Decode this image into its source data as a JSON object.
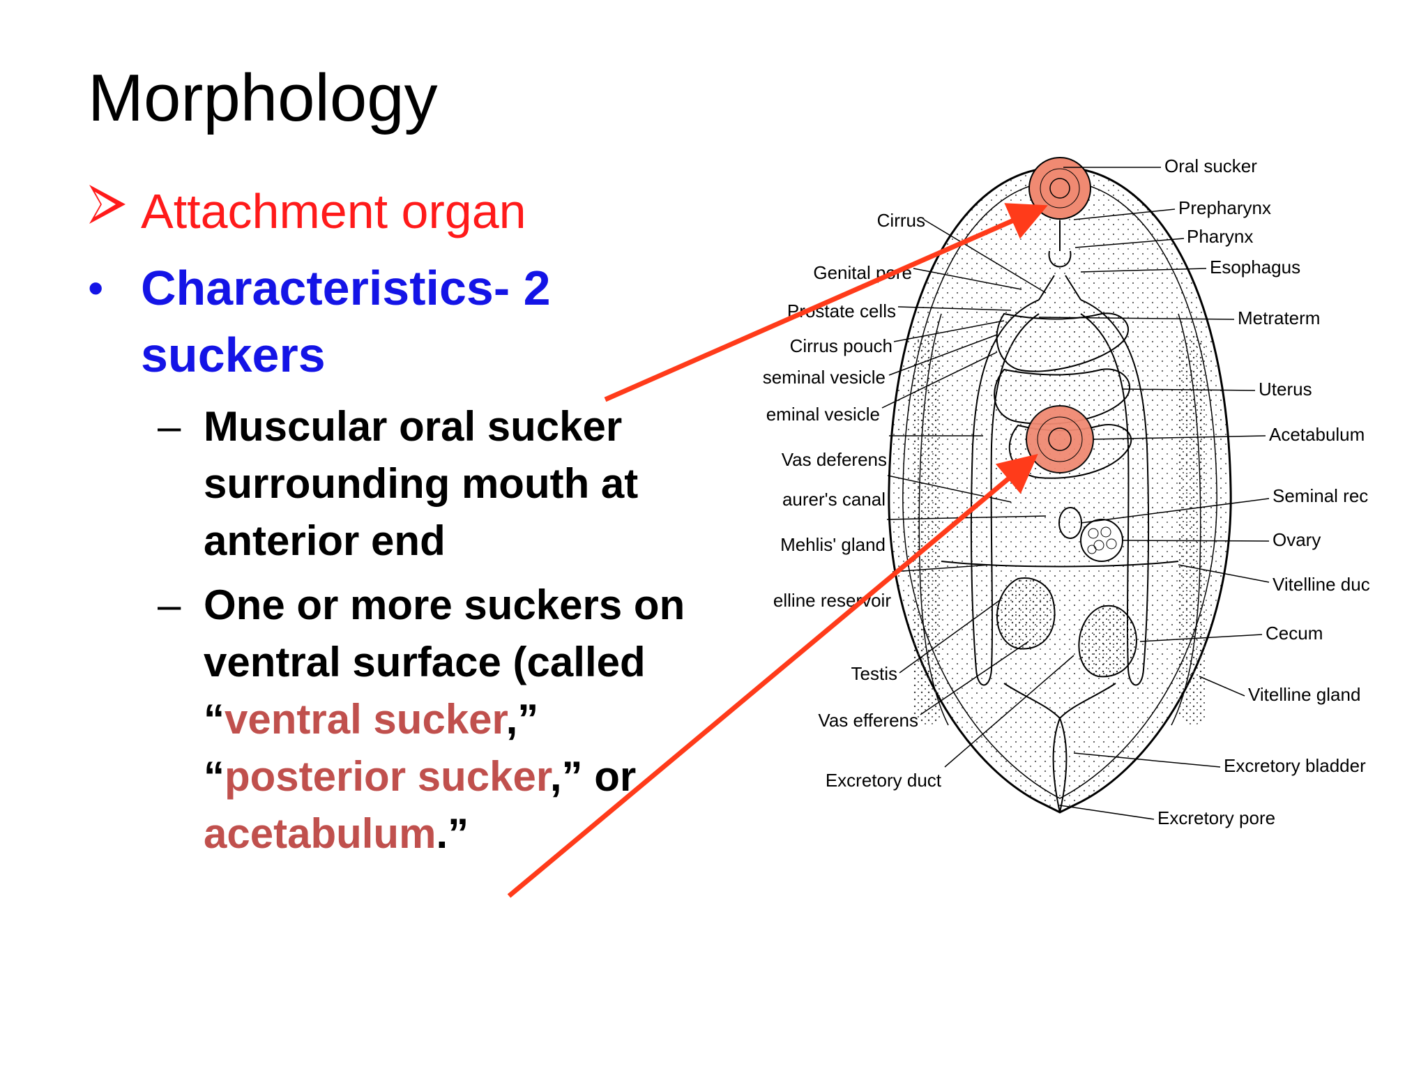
{
  "slide": {
    "title": "Morphology",
    "bullet1": "Attachment organ",
    "bullet2": "Characteristics- 2 suckers",
    "sub1": "Muscular oral sucker surrounding mouth at anterior end",
    "sub2_part1": "One or more suckers on ventral surface (called “",
    "sub2_hl1": "ventral sucker",
    "sub2_part2": ",” “",
    "sub2_hl2": "posterior sucker",
    "sub2_part3": ",” or ",
    "sub2_hl3": "acetabulum",
    "sub2_part4": ".”"
  },
  "diagram": {
    "labels_left": [
      "Cirrus",
      "Genital pore",
      "Prostate cells",
      "Cirrus pouch",
      "seminal vesicle",
      "eminal vesicle",
      "Vas deferens",
      "aurer's canal",
      "Mehlis' gland",
      "elline reservoir",
      "Testis",
      "Vas efferens",
      "Excretory duct"
    ],
    "labels_right": [
      "Oral sucker",
      "Prepharynx",
      "Pharynx",
      "Esophagus",
      "Metraterm",
      "Uterus",
      "Acetabulum",
      "Seminal rec",
      "Ovary",
      "Vitelline duc",
      "Cecum",
      "Vitelline gland",
      "Excretory bladder",
      "Excretory pore"
    ]
  },
  "colors": {
    "arrow": "#ff3b1a",
    "highlight_red": "#ff1a1a",
    "highlight_blue": "#1414e6",
    "term": "#c0504d",
    "sucker_fill": "#f08a72"
  },
  "icons": {
    "bullet1": "arrowhead-bullet-icon",
    "bullet2": "dot-bullet-icon"
  }
}
